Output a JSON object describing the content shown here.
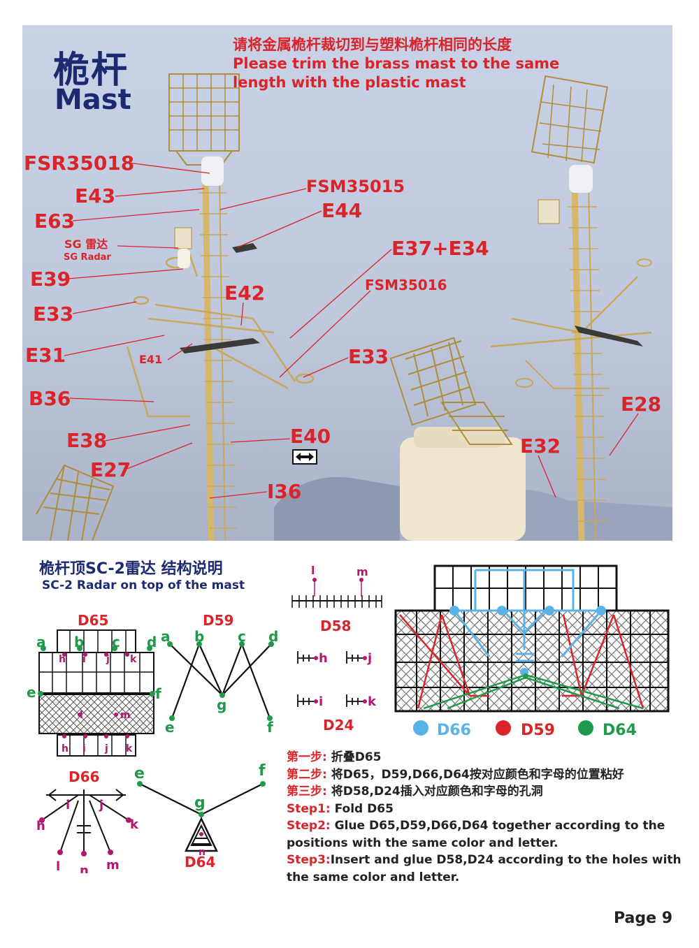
{
  "title_cn": "桅杆",
  "title_en": "Mast",
  "note_cn": "请将金属桅杆裁切到与塑料桅杆相同的长度",
  "note_en_1": "Please trim the brass mast to the same",
  "note_en_2": "length with the plastic mast",
  "callouts": {
    "fsr35018": "FSR35018",
    "e43": "E43",
    "e63": "E63",
    "sg_cn": "SG 雷达",
    "sg_en": "SG Radar",
    "e39": "E39",
    "e33a": "E33",
    "e31": "E31",
    "e41": "E41",
    "b36": "B36",
    "e38": "E38",
    "e27": "E27",
    "fsm35015": "FSM35015",
    "e44": "E44",
    "e37e34": "E37+E34",
    "fsm35016": "FSM35016",
    "e42": "E42",
    "e33b": "E33",
    "e40": "E40",
    "i36": "I36",
    "e28": "E28",
    "e32": "E32"
  },
  "section_title_cn": "桅杆顶SC-2雷达 结构说明",
  "section_title_en": "SC-2 Radar on top of the mast",
  "parts": {
    "d65": "D65",
    "d59": "D59",
    "d58": "D58",
    "d24": "D24",
    "d66": "D66",
    "d64": "D64"
  },
  "letters": [
    "a",
    "b",
    "c",
    "d",
    "e",
    "f",
    "g",
    "h",
    "i",
    "j",
    "k",
    "l",
    "m",
    "n"
  ],
  "legend": [
    {
      "label": "D66",
      "color": "#5ab3e6"
    },
    {
      "label": "D59",
      "color": "#d9252a"
    },
    {
      "label": "D64",
      "color": "#1f9a4a"
    }
  ],
  "steps": {
    "s1_cn_label": "第一步:",
    "s1_cn_text": "折叠D65",
    "s2_cn_label": "第二步:",
    "s2_cn_text": "将D65，D59,D66,D64按对应颜色和字母的位置粘好",
    "s3_cn_label": "第三步:",
    "s3_cn_text": "将D58,D24插入对应颜色和字母的孔洞",
    "s1_en_label": "Step1:",
    "s1_en_text": " Fold D65",
    "s2_en_label": "Step2:",
    "s2_en_text": " Glue D65,D59,D66,D64 together according to the positions with the same color and letter.",
    "s3_en_label": "Step3:",
    "s3_en_text": "Insert and glue D58,D24 according to the holes with the same color and letter."
  },
  "page_label": "Page 9",
  "colors": {
    "navy": "#1d2a72",
    "red": "#d9252a",
    "green": "#1f9a4a",
    "magenta": "#b0196e",
    "blue": "#5ab3e6"
  }
}
